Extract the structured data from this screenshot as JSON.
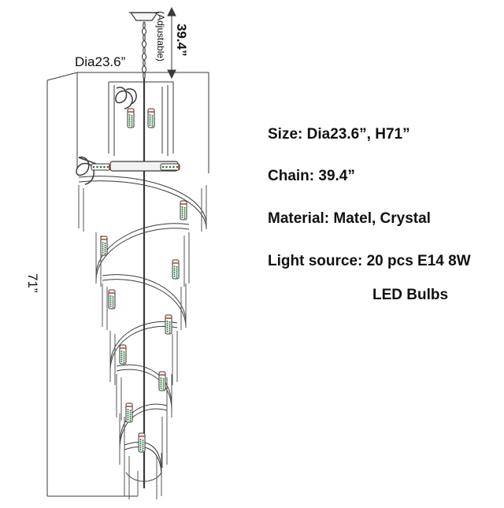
{
  "dimensions": {
    "diameter": "Dia23.6”",
    "chain_length": "39.4”",
    "chain_note": "(Adjustable)",
    "height": "71”"
  },
  "specs": [
    "Size: Dia23.6”, H71”",
    "Chain: 39.4”",
    "Material: Matel, Crystal",
    "Light source: 20 pcs E14 8W",
    "LED Bulbs"
  ],
  "colors": {
    "line": "#3a3a3a",
    "crystal": "#555555",
    "bulb_dot": "#2f7a3a",
    "bulb_band": "#c0392b"
  }
}
